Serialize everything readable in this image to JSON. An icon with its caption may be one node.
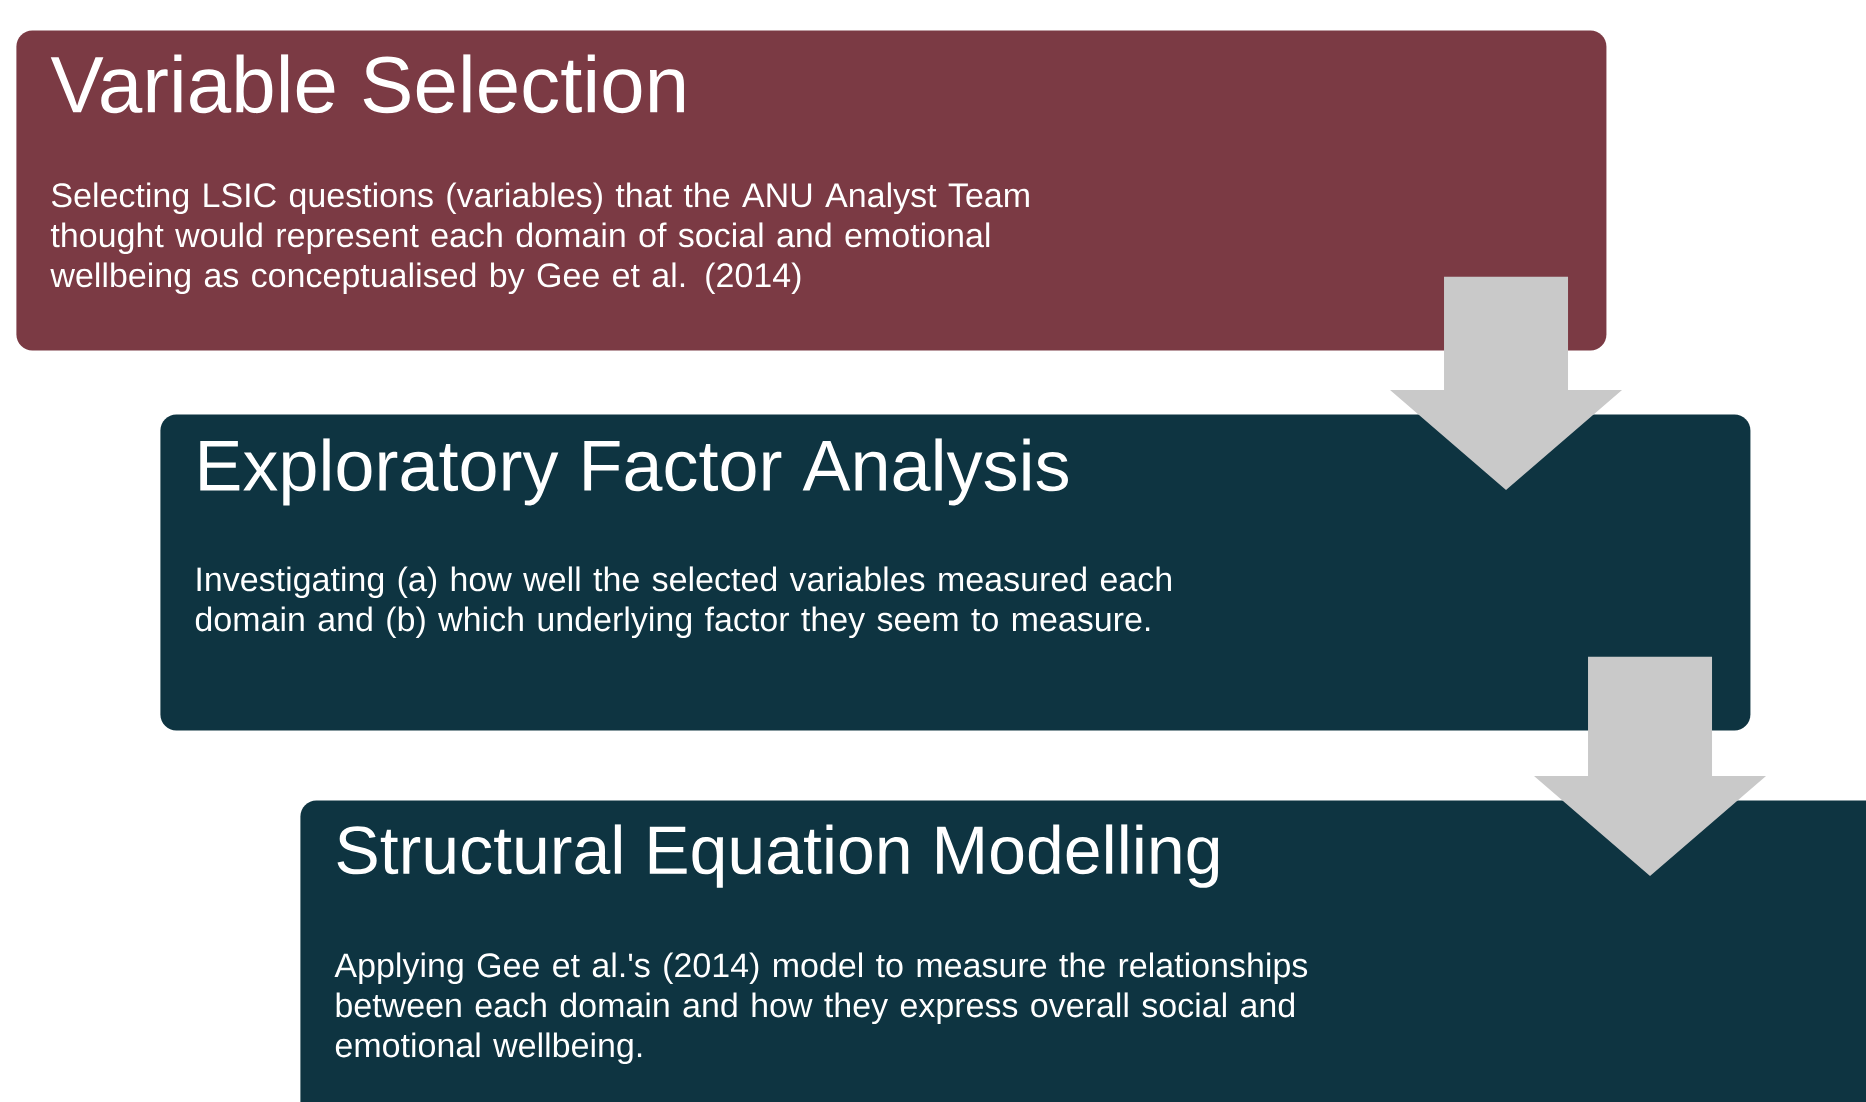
{
  "diagram": {
    "nodes": [
      {
        "text": [
          "Variable Selection",
          "Selecting LSIC questions (variables) that the ANU Analyst Team thought would represent each domain of social and emotional wellbeing as conceptualised by Gee et al. (2014)"
        ]
      },
      {
        "text": [
          "Exploratory Factor Analysis",
          "Investigating (a) how well the selected variables measured each domain and (b) which underlying factor they seem to measure."
        ]
      },
      {
        "text": [
          "Structural Equation Modelling",
          "Applying Gee et al.'s (2014) model to measure the relationships between each domain and how they express overall social and emotional wellbeing."
        ]
      }
    ],
    "edges": [
      {
        "from": 0,
        "to": 1,
        "arrow": "to"
      },
      {
        "from": 1,
        "to": 2,
        "arrow": "to"
      }
    ]
  }
}
